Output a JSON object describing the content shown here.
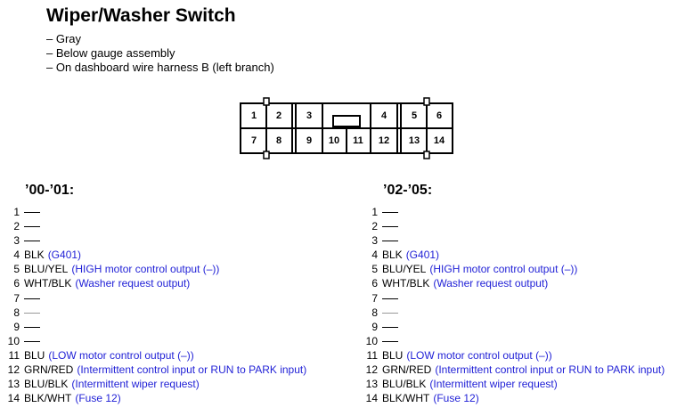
{
  "title": "Wiper/Washer Switch",
  "bullets": [
    "– Gray",
    "– Below gauge assembly",
    "– On dashboard wire harness B (left branch)"
  ],
  "connector_pins": [
    "1",
    "2",
    "3",
    "4",
    "5",
    "6",
    "7",
    "8",
    "9",
    "10",
    "11",
    "12",
    "13",
    "14"
  ],
  "colors": {
    "description": "#1f1fd6",
    "text": "#000000"
  },
  "columns": [
    {
      "heading": "’00-’01:",
      "pins": [
        {
          "num": "1",
          "wire": "",
          "desc": ""
        },
        {
          "num": "2",
          "wire": "",
          "desc": ""
        },
        {
          "num": "3",
          "wire": "",
          "desc": ""
        },
        {
          "num": "4",
          "wire": "BLK",
          "desc": "(G401)"
        },
        {
          "num": "5",
          "wire": "BLU/YEL",
          "desc": "(HIGH motor control output (–))"
        },
        {
          "num": "6",
          "wire": "WHT/BLK",
          "desc": "(Washer request output)"
        },
        {
          "num": "7",
          "wire": "",
          "desc": ""
        },
        {
          "num": "8",
          "wire": "",
          "desc": ""
        },
        {
          "num": "9",
          "wire": "",
          "desc": ""
        },
        {
          "num": "10",
          "wire": "",
          "desc": ""
        },
        {
          "num": "11",
          "wire": "BLU",
          "desc": "(LOW motor control output (–))"
        },
        {
          "num": "12",
          "wire": "GRN/RED",
          "desc": "(Intermittent control input or RUN to PARK input)"
        },
        {
          "num": "13",
          "wire": "BLU/BLK",
          "desc": "(Intermittent wiper request)"
        },
        {
          "num": "14",
          "wire": "BLK/WHT",
          "desc": "(Fuse 12)"
        }
      ]
    },
    {
      "heading": "’02-’05:",
      "pins": [
        {
          "num": "1",
          "wire": "",
          "desc": ""
        },
        {
          "num": "2",
          "wire": "",
          "desc": ""
        },
        {
          "num": "3",
          "wire": "",
          "desc": ""
        },
        {
          "num": "4",
          "wire": "BLK",
          "desc": "(G401)"
        },
        {
          "num": "5",
          "wire": "BLU/YEL",
          "desc": "(HIGH motor control output (–))"
        },
        {
          "num": "6",
          "wire": "WHT/BLK",
          "desc": "(Washer request output)"
        },
        {
          "num": "7",
          "wire": "",
          "desc": ""
        },
        {
          "num": "8",
          "wire": "",
          "desc": ""
        },
        {
          "num": "9",
          "wire": "",
          "desc": ""
        },
        {
          "num": "10",
          "wire": "",
          "desc": ""
        },
        {
          "num": "11",
          "wire": "BLU",
          "desc": "(LOW motor control output (–))"
        },
        {
          "num": "12",
          "wire": "GRN/RED",
          "desc": "(Intermittent control input or RUN to PARK input)"
        },
        {
          "num": "13",
          "wire": "BLU/BLK",
          "desc": "(Intermittent wiper request)"
        },
        {
          "num": "14",
          "wire": "BLK/WHT",
          "desc": "(Fuse 12)"
        }
      ]
    }
  ]
}
